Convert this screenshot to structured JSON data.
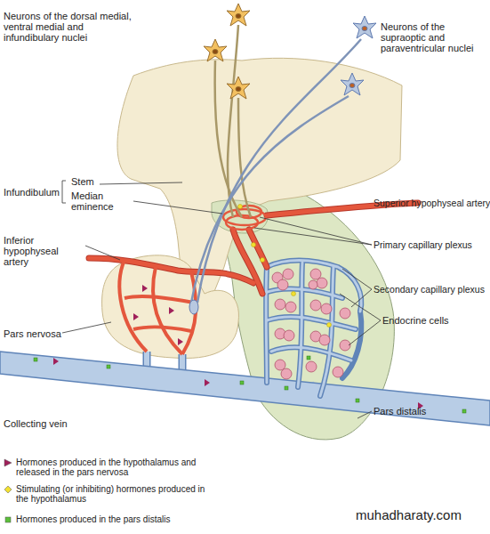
{
  "diagram": {
    "labels": [
      "Neurons of the dorsal medial, ventral medial and infundibulary nuclei",
      "Neurons of the supraoptic and paraventricular nuclei",
      "Infundibulum",
      "Stem",
      "Median eminence",
      "Superior hypophyseal artery",
      "Inferior hypophyseal artery",
      "Primary capillary plexus",
      "Secondary capillary plexus",
      "Endocrine cells",
      "Pars nervosa",
      "Pars distalis",
      "Collecting vein",
      "muhadharaty.com"
    ],
    "legend": [
      {
        "text": "Hormones produced in the hypothalamus and released in the pars nervosa",
        "color": "#a0205a"
      },
      {
        "text": "Stimulating (or inhibiting) hormones produced in the hypothalamus",
        "color": "#f2e030"
      },
      {
        "text": "Hormones produced in the pars distalis",
        "color": "#5bbf3a"
      }
    ]
  }
}
